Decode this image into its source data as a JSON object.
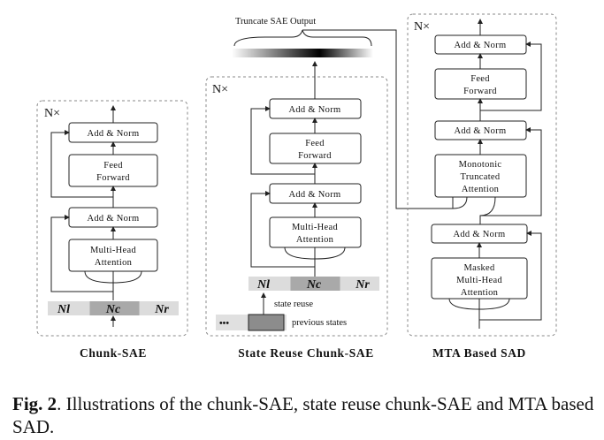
{
  "panels": {
    "chunk_sae": {
      "repeat": "N×",
      "blocks": {
        "add_norm_top": "Add & Norm",
        "ff_line1": "Feed",
        "ff_line2": "Forward",
        "add_norm_bottom": "Add & Norm",
        "mha_line1": "Multi-Head",
        "mha_line2": "Attention"
      },
      "segments": [
        "Nl",
        "Nc",
        "Nr"
      ],
      "title": "Chunk-SAE"
    },
    "state_reuse": {
      "output_label": "Truncate SAE Output",
      "repeat": "N×",
      "blocks": {
        "add_norm_top": "Add & Norm",
        "ff_line1": "Feed",
        "ff_line2": "Forward",
        "add_norm_bottom": "Add & Norm",
        "mha_line1": "Multi-Head",
        "mha_line2": "Attention"
      },
      "segments": [
        "Nl",
        "Nc",
        "Nr"
      ],
      "state_reuse_label": "state reuse",
      "dots": "•••",
      "previous_states_label": "previous states",
      "title": "State Reuse Chunk-SAE"
    },
    "mta_sad": {
      "repeat": "N×",
      "blocks": {
        "add_norm_top": "Add & Norm",
        "ff_line1": "Feed",
        "ff_line2": "Forward",
        "add_norm_mid": "Add & Norm",
        "mta_line1": "Monotonic",
        "mta_line2": "Truncated",
        "mta_line3": "Attention",
        "add_norm_bottom": "Add & Norm",
        "mmha_line1": "Masked",
        "mmha_line2": "Multi-Head",
        "mmha_line3": "Attention"
      },
      "title": "MTA Based SAD"
    }
  },
  "caption": {
    "fig_label": "Fig. 2",
    "text": ". Illustrations of the chunk-SAE, state reuse chunk-SAE and MTA based SAD."
  }
}
